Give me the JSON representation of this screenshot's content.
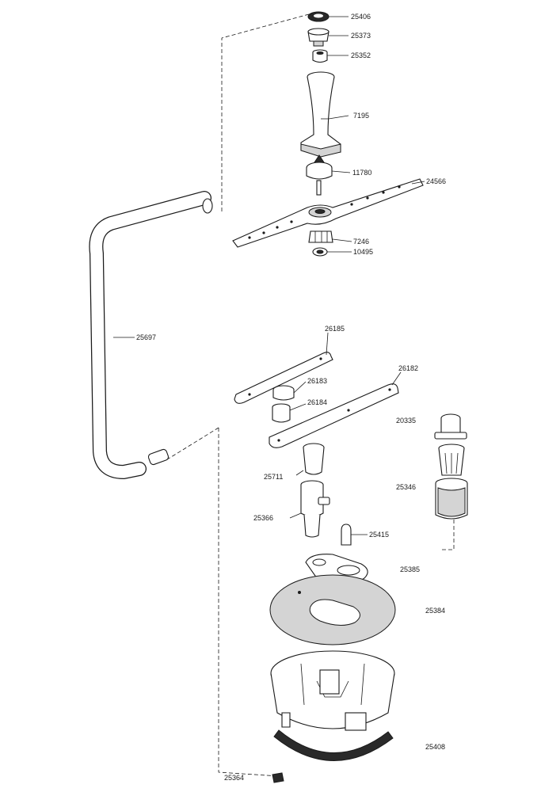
{
  "parts": [
    {
      "id": "p25406",
      "number": "25406"
    },
    {
      "id": "p25373",
      "number": "25373"
    },
    {
      "id": "p25352",
      "number": "25352"
    },
    {
      "id": "p7195",
      "number": "7195"
    },
    {
      "id": "p11780",
      "number": "11780"
    },
    {
      "id": "p24566",
      "number": "24566"
    },
    {
      "id": "p7246",
      "number": "7246"
    },
    {
      "id": "p10495",
      "number": "10495"
    },
    {
      "id": "p25697",
      "number": "25697"
    },
    {
      "id": "p26185",
      "number": "26185"
    },
    {
      "id": "p26182",
      "number": "26182"
    },
    {
      "id": "p26183",
      "number": "26183"
    },
    {
      "id": "p26184",
      "number": "26184"
    },
    {
      "id": "p20335",
      "number": "20335"
    },
    {
      "id": "p25711",
      "number": "25711"
    },
    {
      "id": "p25346",
      "number": "25346"
    },
    {
      "id": "p25366",
      "number": "25366"
    },
    {
      "id": "p25415",
      "number": "25415"
    },
    {
      "id": "p25385",
      "number": "25385"
    },
    {
      "id": "p25384",
      "number": "25384"
    },
    {
      "id": "p25408",
      "number": "25408"
    },
    {
      "id": "p25364",
      "number": "25364"
    }
  ]
}
